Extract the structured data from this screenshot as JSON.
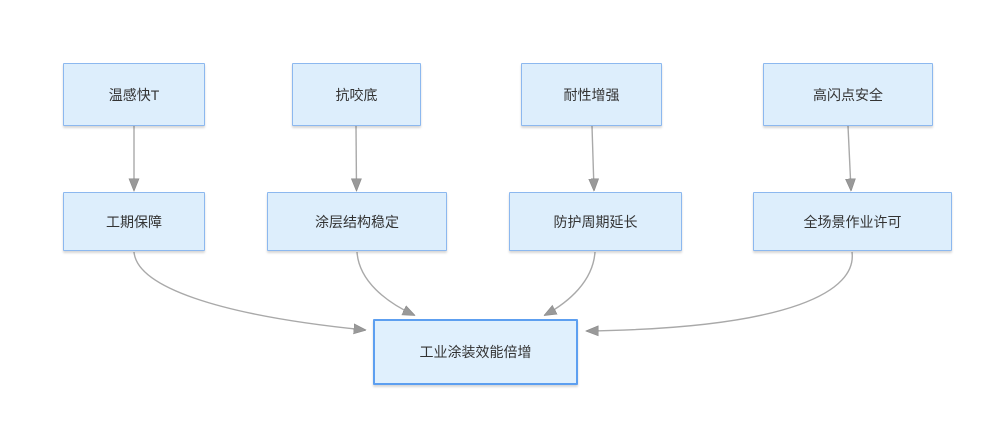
{
  "diagram": {
    "type": "flowchart",
    "top_nodes": [
      {
        "label": "温感快T"
      },
      {
        "label": "抗咬底"
      },
      {
        "label": "耐性增强"
      },
      {
        "label": "高闪点安全"
      }
    ],
    "middle_nodes": [
      {
        "label": "工期保障"
      },
      {
        "label": "涂层结构稳定"
      },
      {
        "label": "防护周期延长"
      },
      {
        "label": "全场景作业许可"
      }
    ],
    "goal_node": {
      "label": "工业涂装效能倍增"
    },
    "edges": [
      {
        "from": "温感快T",
        "to": "工期保障"
      },
      {
        "from": "抗咬底",
        "to": "涂层结构稳定"
      },
      {
        "from": "耐性增强",
        "to": "防护周期延长"
      },
      {
        "from": "高闪点安全",
        "to": "全场景作业许可"
      },
      {
        "from": "工期保障",
        "to": "工业涂装效能倍增"
      },
      {
        "from": "涂层结构稳定",
        "to": "工业涂装效能倍增"
      },
      {
        "from": "防护周期延长",
        "to": "工业涂装效能倍增"
      },
      {
        "from": "全场景作业许可",
        "to": "工业涂装效能倍增"
      }
    ],
    "colors": {
      "node_fill": "#ddeefc",
      "node_border": "#8cb8ef",
      "goal_border": "#5d9ff0",
      "arrow": "#a9a9a9",
      "arrowhead": "#999999",
      "text": "#333333",
      "background": "#ffffff"
    }
  }
}
